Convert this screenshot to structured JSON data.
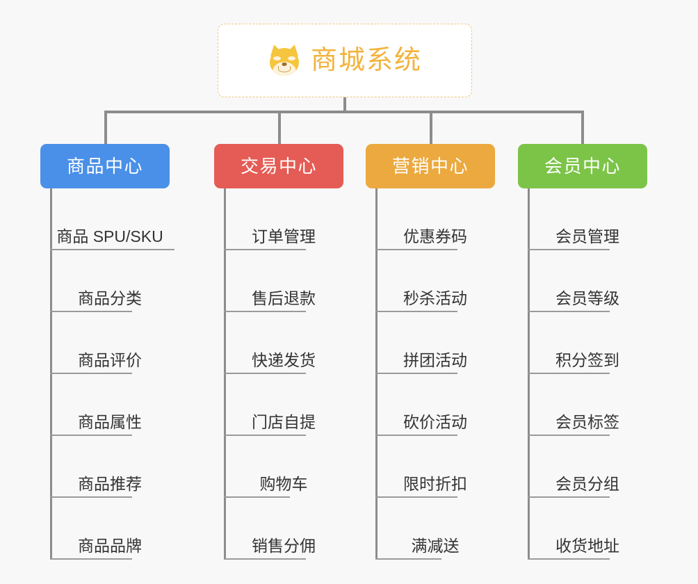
{
  "root": {
    "title": "商城系统",
    "icon": "shiba-dog-icon",
    "text_color": "#f2b33d",
    "border_color": "#f0c67a",
    "background": "#ffffff"
  },
  "canvas": {
    "background": "#f8f8f8",
    "connector_color": "#8c8c8c"
  },
  "branches": [
    {
      "label": "商品中心",
      "color": "#4a90e8",
      "items": [
        "商品 SPU/SKU",
        "商品分类",
        "商品评价",
        "商品属性",
        "商品推荐",
        "商品品牌"
      ]
    },
    {
      "label": "交易中心",
      "color": "#e45c55",
      "items": [
        "订单管理",
        "售后退款",
        "快递发货",
        "门店自提",
        "购物车",
        "销售分佣"
      ]
    },
    {
      "label": "营销中心",
      "color": "#eba93f",
      "items": [
        "优惠券码",
        "秒杀活动",
        "拼团活动",
        "砍价活动",
        "限时折扣",
        "满减送"
      ]
    },
    {
      "label": "会员中心",
      "color": "#7cc448",
      "items": [
        "会员管理",
        "会员等级",
        "积分签到",
        "会员标签",
        "会员分组",
        "收货地址"
      ]
    }
  ]
}
